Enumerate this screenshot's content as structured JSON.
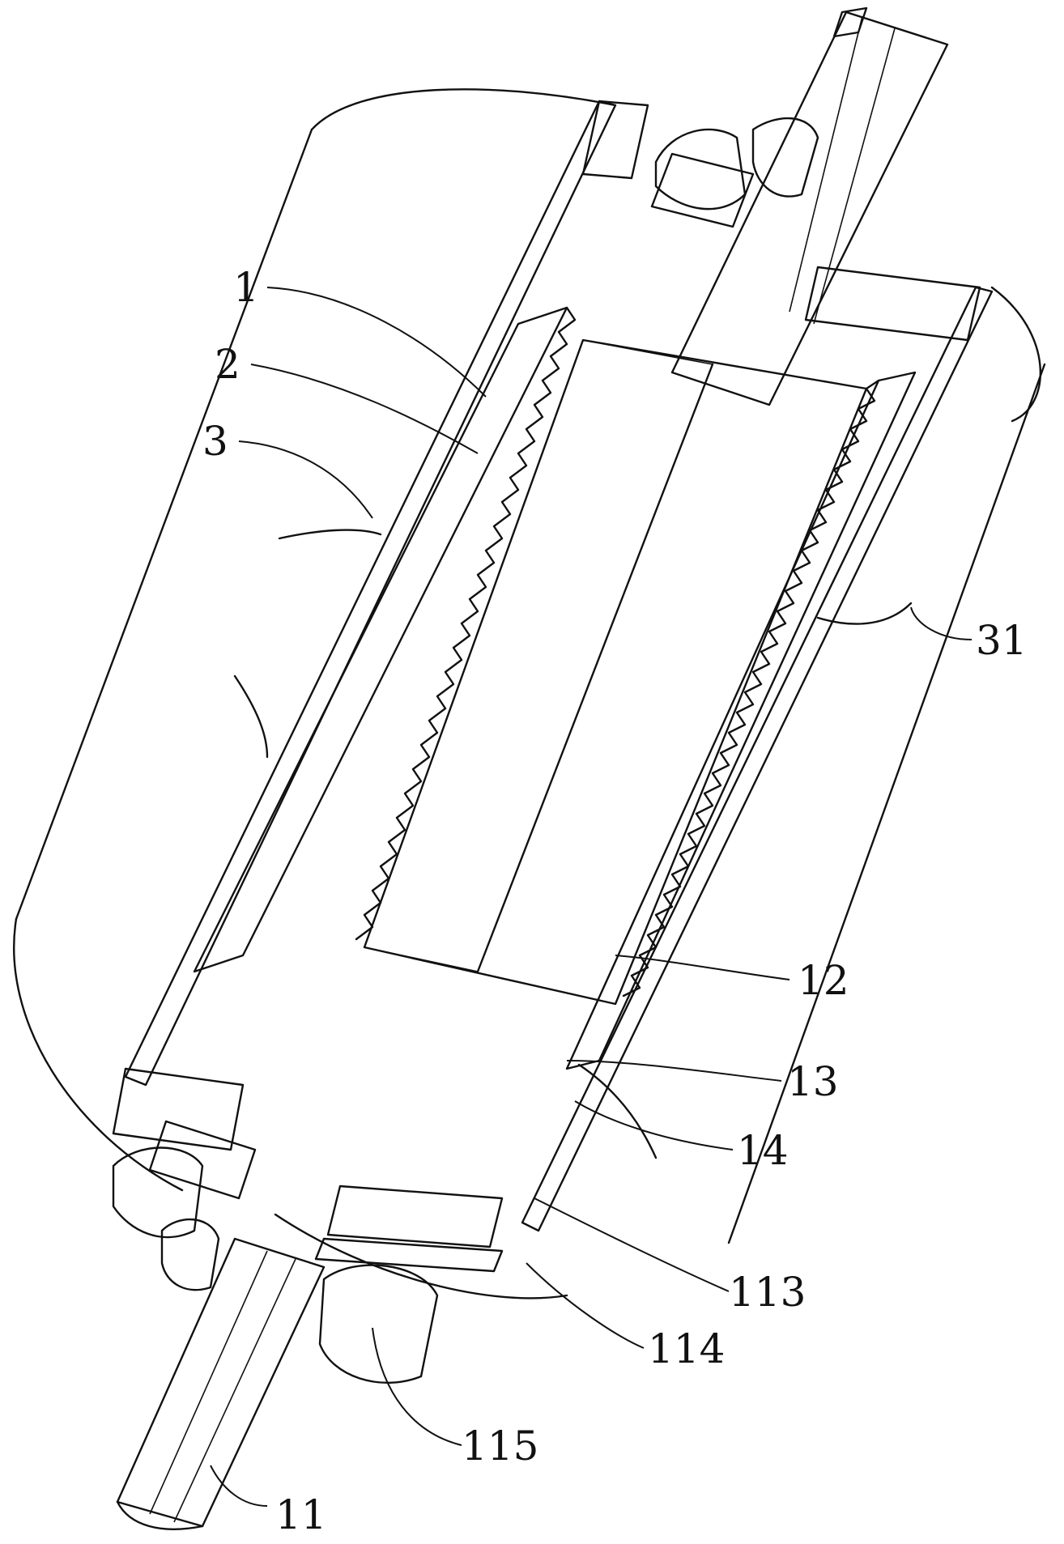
{
  "labels": {
    "l1": "1",
    "l2": "2",
    "l3": "3",
    "l31": "31",
    "l12": "12",
    "l13": "13",
    "l14": "14",
    "l113": "113",
    "l114": "114",
    "l115": "115",
    "l11": "11"
  }
}
